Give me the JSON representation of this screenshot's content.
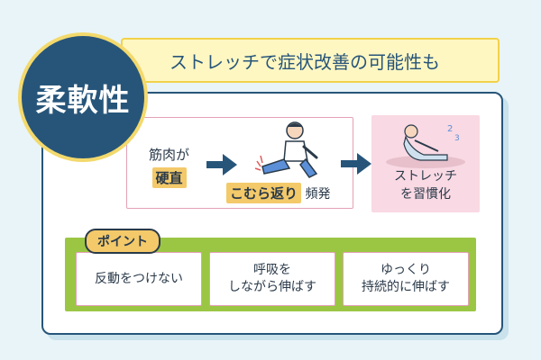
{
  "title": "柔軟性",
  "subtitle": "ストレッチで症状改善の可能性も",
  "cause": {
    "line1": "筋肉が",
    "highlight": "硬直",
    "cramp_highlight": "こむら返り",
    "cramp_suffix": "頻発"
  },
  "result": {
    "line1": "ストレッチ",
    "line2": "を習慣化"
  },
  "point": {
    "label": "ポイント",
    "items": [
      {
        "line1": "反動をつけない"
      },
      {
        "line1": "呼吸を",
        "line2": "しながら伸ばす"
      },
      {
        "line1": "ゆっくり",
        "line2": "持続的に伸ばす"
      }
    ]
  },
  "colors": {
    "navy": "#27557a",
    "yellow": "#f1d24a",
    "pink": "#f9d9e3",
    "green": "#9bc644",
    "orange": "#f3c96a"
  },
  "icons": [
    "leg-cramp-person-illustration",
    "stretching-person-illustration",
    "arrow-right-icon"
  ]
}
